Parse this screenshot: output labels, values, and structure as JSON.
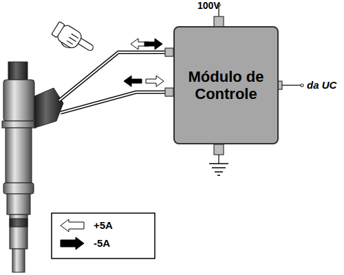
{
  "diagram": {
    "nodes": [
      {
        "text": [
          "Módulo de Controle"
        ]
      }
    ],
    "labels": [
      "100V",
      "da UC"
    ],
    "legend": [
      {
        "text": "+5A"
      },
      {
        "text": "-5A"
      }
    ]
  }
}
